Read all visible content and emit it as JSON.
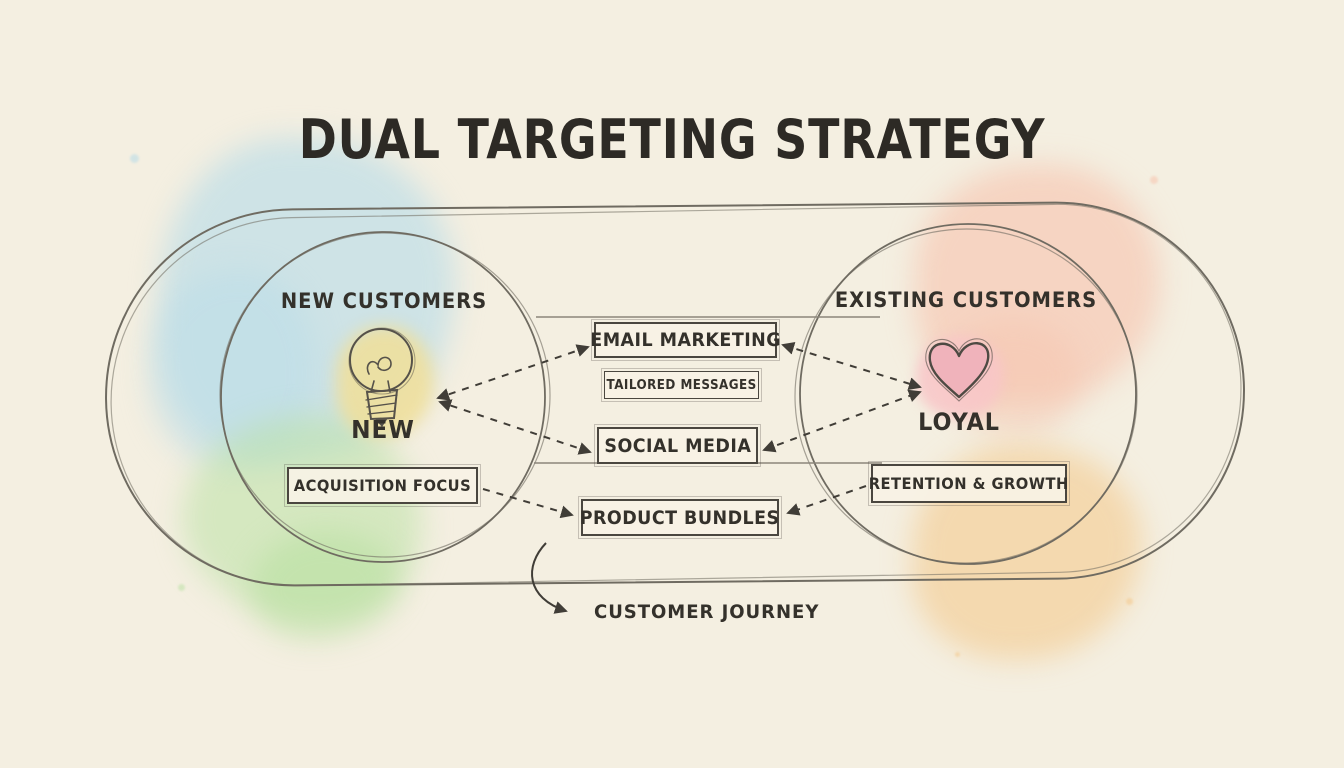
{
  "title": "DUAL TARGETING STRATEGY",
  "segments": {
    "new": {
      "heading": "NEW CUSTOMERS",
      "icon": "lightbulb-icon",
      "label": "NEW",
      "focus_box": "ACQUISITION FOCUS"
    },
    "existing": {
      "heading": "EXISTING CUSTOMERS",
      "icon": "heart-icon",
      "label": "LOYAL",
      "focus_box": "RETENTION & GROWTH"
    }
  },
  "shared_channels": {
    "email": "EMAIL MARKETING",
    "tailored": "TAILORED MESSAGES",
    "social": "SOCIAL MEDIA",
    "bundles": "PRODUCT BUNDLES"
  },
  "journey_label": "CUSTOMER JOURNEY",
  "colors": {
    "background": "#f4efe1",
    "ink": "#34312b",
    "sketch_stroke": "#6f6b61",
    "dash_stroke": "#403d37",
    "wash_blue": "#b6dbe8",
    "wash_green": "#bce1a5",
    "wash_salmon": "#f7c4ae",
    "wash_orange": "#f3c98e",
    "wash_yellow": "#f3df94",
    "wash_pink": "#f8c6c8",
    "heart_fill": "#f0b3bb"
  }
}
